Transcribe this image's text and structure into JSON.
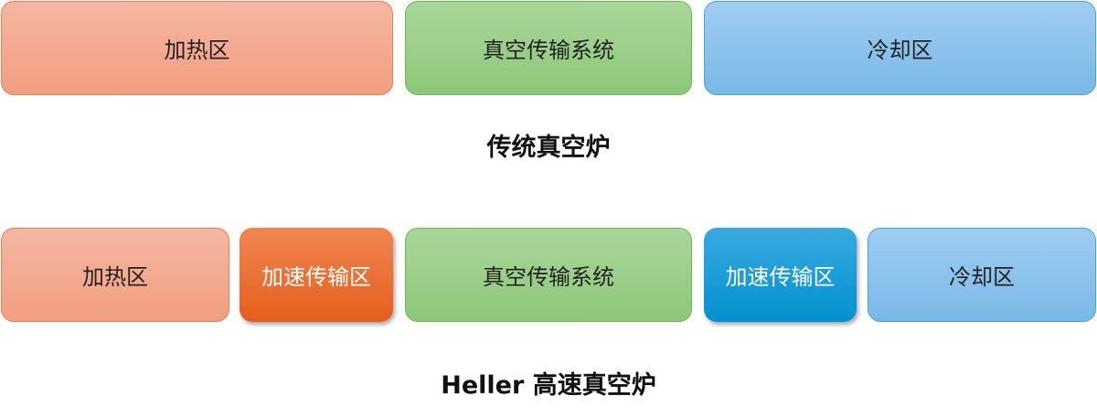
{
  "traditional": {
    "title": "传统真空炉",
    "zones": [
      "加热区",
      "真空传输系统",
      "冷却区"
    ]
  },
  "heller": {
    "title": "Heller 高速真空炉",
    "zones": [
      "加热区",
      "加速传输区",
      "真空传输系统",
      "加速传输区",
      "冷却区"
    ]
  },
  "colors": {
    "heat": "#f29e80",
    "accel_orange": "#e55e1b",
    "vacuum": "#8dc77a",
    "accel_blue": "#0092d0",
    "cool": "#79b8e6"
  }
}
